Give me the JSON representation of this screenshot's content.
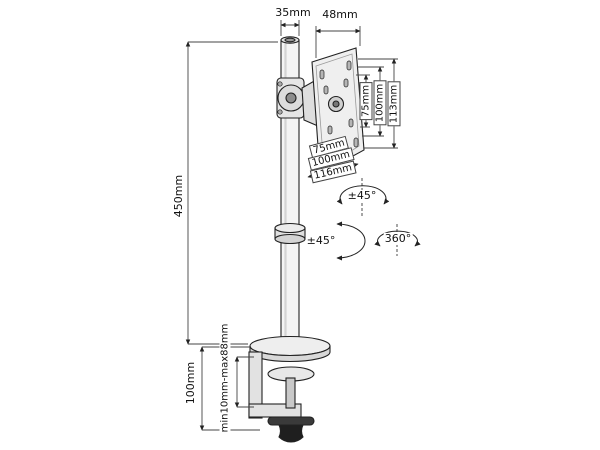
{
  "dimensions": {
    "pole_diameter": "35mm",
    "head_width": "48mm",
    "pole_height": "450mm",
    "clamp_body_height": "100mm",
    "clamp_open_range": "min10mm-max88mm",
    "vesa_vertical_75": "75mm",
    "vesa_vertical_100": "100mm",
    "plate_height": "113mm",
    "vesa_horizontal_75": "75mm",
    "vesa_horizontal_100": "100mm",
    "plate_width": "116mm"
  },
  "rotation": {
    "tilt": "±45°",
    "rotate": "±45°",
    "swivel": "360°"
  }
}
